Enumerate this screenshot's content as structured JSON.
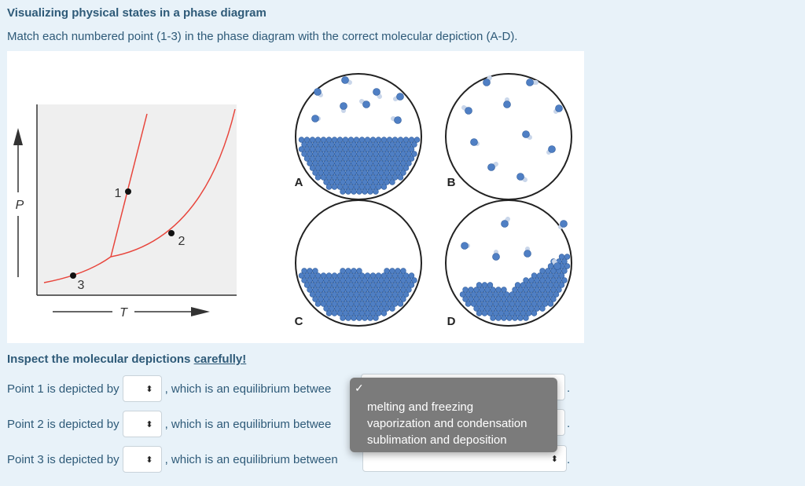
{
  "title": "Visualizing physical states in a phase diagram",
  "prompt": "Match each numbered point (1-3) in the phase diagram with the correct molecular depiction (A-D).",
  "figure": {
    "axis_p": "P",
    "axis_t": "T",
    "points": [
      "1",
      "2",
      "3"
    ],
    "panels": [
      "A",
      "B",
      "C",
      "D"
    ],
    "line_color": "#e8453c",
    "molecule_color": "#4f7fc4"
  },
  "section_heading_prefix": "Inspect the molecular depictions ",
  "section_heading_underlined": "carefully!",
  "rows": [
    {
      "label": "Point 1 is depicted by",
      "middle": ", which is an equilibrium betwee"
    },
    {
      "label": "Point 2 is depicted by",
      "middle": ", which is an equilibrium betwee"
    },
    {
      "label": "Point 3 is depicted by",
      "middle": ", which is an equilibrium between"
    }
  ],
  "select_arrow": "⬍",
  "period": ".",
  "dropdown": {
    "check": "✓",
    "options": [
      "melting and freezing",
      "vaporization and condensation",
      "sublimation and deposition"
    ]
  }
}
